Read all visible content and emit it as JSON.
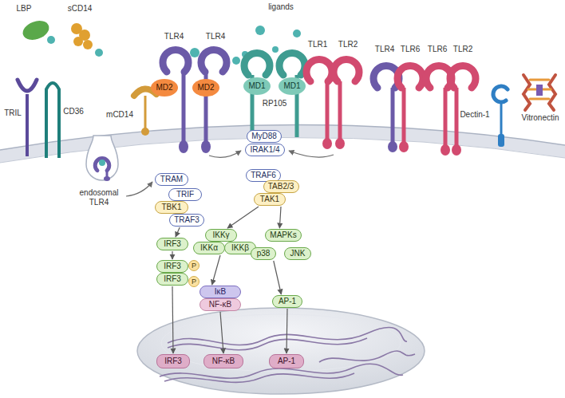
{
  "diagram": {
    "nodes": [
      {
        "text": [
          "MD2"
        ]
      },
      {
        "text": [
          "MD2"
        ]
      },
      {
        "text": [
          "MD1"
        ]
      },
      {
        "text": [
          "MD1"
        ]
      },
      {
        "text": [
          "MyD88"
        ]
      },
      {
        "text": [
          "IRAK1/4"
        ]
      },
      {
        "text": [
          "TRAF6"
        ]
      },
      {
        "text": [
          "TAB2/3"
        ]
      },
      {
        "text": [
          "TAK1"
        ]
      },
      {
        "text": [
          "TRAM"
        ]
      },
      {
        "text": [
          "TRIF"
        ]
      },
      {
        "text": [
          "TBK1"
        ]
      },
      {
        "text": [
          "TRAF3"
        ]
      },
      {
        "text": [
          "IRF3"
        ]
      },
      {
        "text": [
          "IKKγ"
        ]
      },
      {
        "text": [
          "IKKα"
        ]
      },
      {
        "text": [
          "IKKβ"
        ]
      },
      {
        "text": [
          "MAPKs"
        ]
      },
      {
        "text": [
          "p38"
        ]
      },
      {
        "text": [
          "JNK"
        ]
      },
      {
        "text": [
          "IRF3"
        ]
      },
      {
        "text": [
          "P"
        ]
      },
      {
        "text": [
          "IRF3"
        ]
      },
      {
        "text": [
          "P"
        ]
      },
      {
        "text": [
          "IκB"
        ]
      },
      {
        "text": [
          "NF-κB"
        ]
      },
      {
        "text": [
          "AP-1"
        ]
      },
      {
        "text": [
          "IRF3"
        ]
      },
      {
        "text": [
          "NF-κB"
        ]
      },
      {
        "text": [
          "AP-1"
        ]
      }
    ],
    "edges": [
      {
        "from": 12,
        "to": 13,
        "arrow": "to"
      },
      {
        "from": 13,
        "to": 20,
        "arrow": "to"
      },
      {
        "from": 22,
        "to": 27,
        "arrow": "to"
      },
      {
        "from": 8,
        "to": 14,
        "arrow": "to"
      },
      {
        "from": 8,
        "to": 17,
        "arrow": "to"
      },
      {
        "from": 15,
        "to": 24,
        "arrow": "to"
      },
      {
        "from": 25,
        "to": 28,
        "arrow": "to"
      },
      {
        "from": 18,
        "to": 26,
        "arrow": "to"
      },
      {
        "from": 26,
        "to": 29,
        "arrow": "to"
      }
    ],
    "labels": [
      "LBP",
      "sCD14",
      "ligands",
      "TLR4",
      "TLR4",
      "RP105",
      "TLR1",
      "TLR2",
      "TLR4",
      "TLR6",
      "TLR6",
      "TLR2",
      "TRIL",
      "CD36",
      "mCD14",
      "endosomal TLR4",
      "Dectin-1",
      "Vitronectin"
    ]
  }
}
